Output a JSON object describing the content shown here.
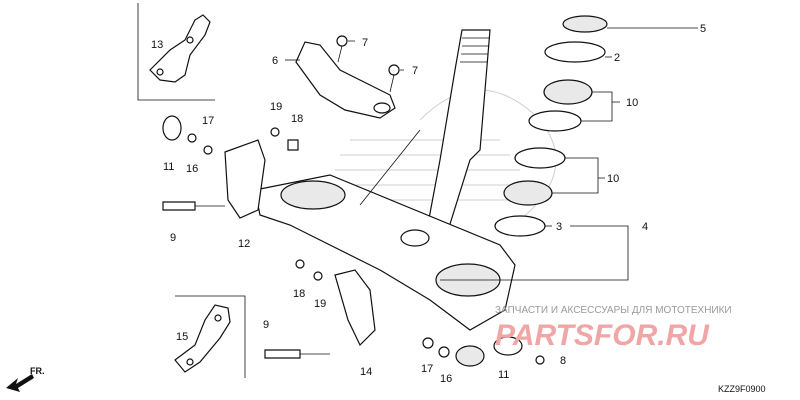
{
  "callouts": {
    "c1": "5",
    "c2": "2",
    "c3": "10",
    "c4": "10",
    "c5": "3",
    "c6": "4",
    "c7": "6",
    "c8": "7",
    "c9": "7",
    "c10": "13",
    "c11": "19",
    "c12": "18",
    "c13": "17",
    "c14": "11",
    "c15": "16",
    "c16": "9",
    "c17": "12",
    "c18": "18",
    "c19": "19",
    "c20": "9",
    "c21": "15",
    "c22": "14",
    "c23": "17",
    "c24": "16",
    "c25": "11",
    "c26": "8"
  },
  "watermark": {
    "tagline": "ЗАПЧАСТИ И АКСЕССУАРЫ ДЛЯ МОТОТЕХНИКИ",
    "brand": "PARTSFOR.RU"
  },
  "diagram_code": "KZZ9F0900",
  "direction_label": "FR."
}
